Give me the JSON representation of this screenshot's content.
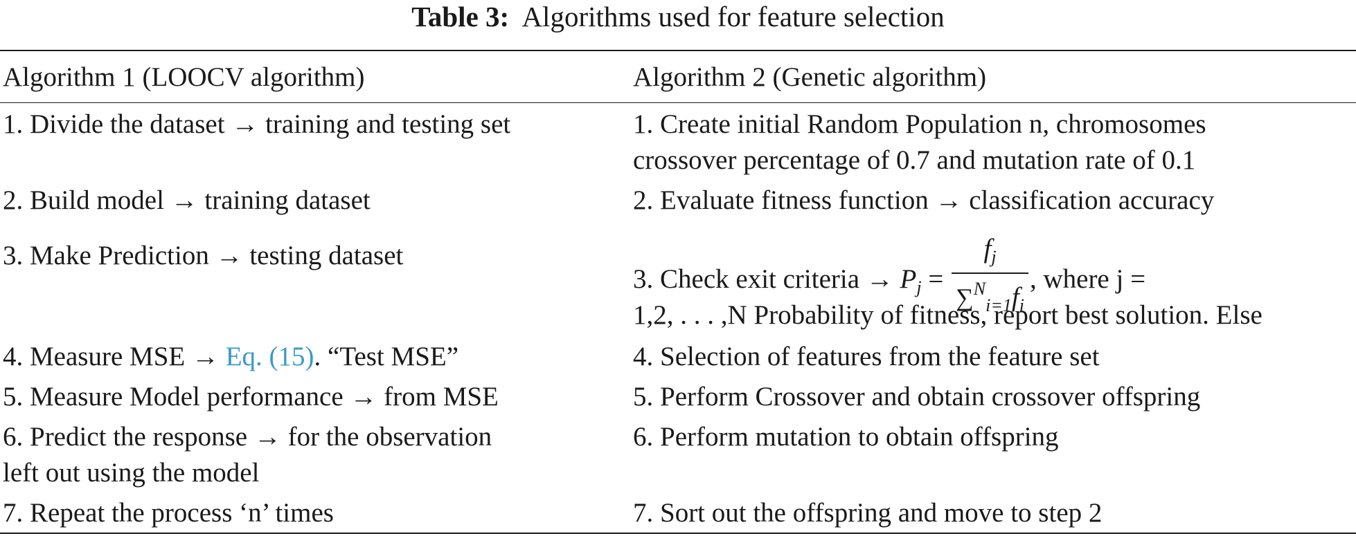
{
  "caption": {
    "label": "Table 3:",
    "title": "Algorithms used for feature selection"
  },
  "columns": {
    "col1": "Algorithm 1 (LOOCV algorithm)",
    "col2": "Algorithm 2 (Genetic algorithm)"
  },
  "rows": [
    {
      "left": [
        "1. Divide the dataset → training and testing set"
      ],
      "right": [
        "1. Create initial Random Population n, chromosomes",
        "crossover percentage of 0.7 and mutation rate of 0.1"
      ]
    },
    {
      "left": [
        "2. Build model → training dataset"
      ],
      "right": [
        "2. Evaluate fitness function → classification accuracy"
      ]
    },
    {
      "left": [
        "3. Make Prediction → testing dataset"
      ],
      "right": {
        "prefix": "3. Check exit criteria → ",
        "lhs_var": "P",
        "lhs_sub": "j",
        "equals": " = ",
        "num_var": "f",
        "num_sub": "j",
        "den_sum": "∑",
        "den_sub": "i=1",
        "den_sup": "N",
        "den_var": "f",
        "den_var_sub": "i",
        "suffix": ", where j =",
        "line2": "1,2, . . . ,N Probability of fitness, report best solution. Else"
      }
    },
    {
      "left": {
        "before": "4. Measure MSE → ",
        "link": "Eq. (15)",
        "after": ". “Test MSE”"
      },
      "right": [
        "4. Selection of features from the feature set"
      ]
    },
    {
      "left": [
        "5. Measure Model performance → from MSE"
      ],
      "right": [
        "5. Perform Crossover and obtain crossover offspring"
      ]
    },
    {
      "left": [
        "6. Predict the response → for the observation",
        "left out using the model"
      ],
      "right": [
        "6. Perform mutation to obtain offspring"
      ]
    },
    {
      "left": [
        "7. Repeat the process ‘n’ times"
      ],
      "right": [
        "7. Sort out the offspring and move to step 2"
      ]
    }
  ],
  "colors": {
    "link": "#3b9ac8",
    "text": "#1a1a1a"
  }
}
